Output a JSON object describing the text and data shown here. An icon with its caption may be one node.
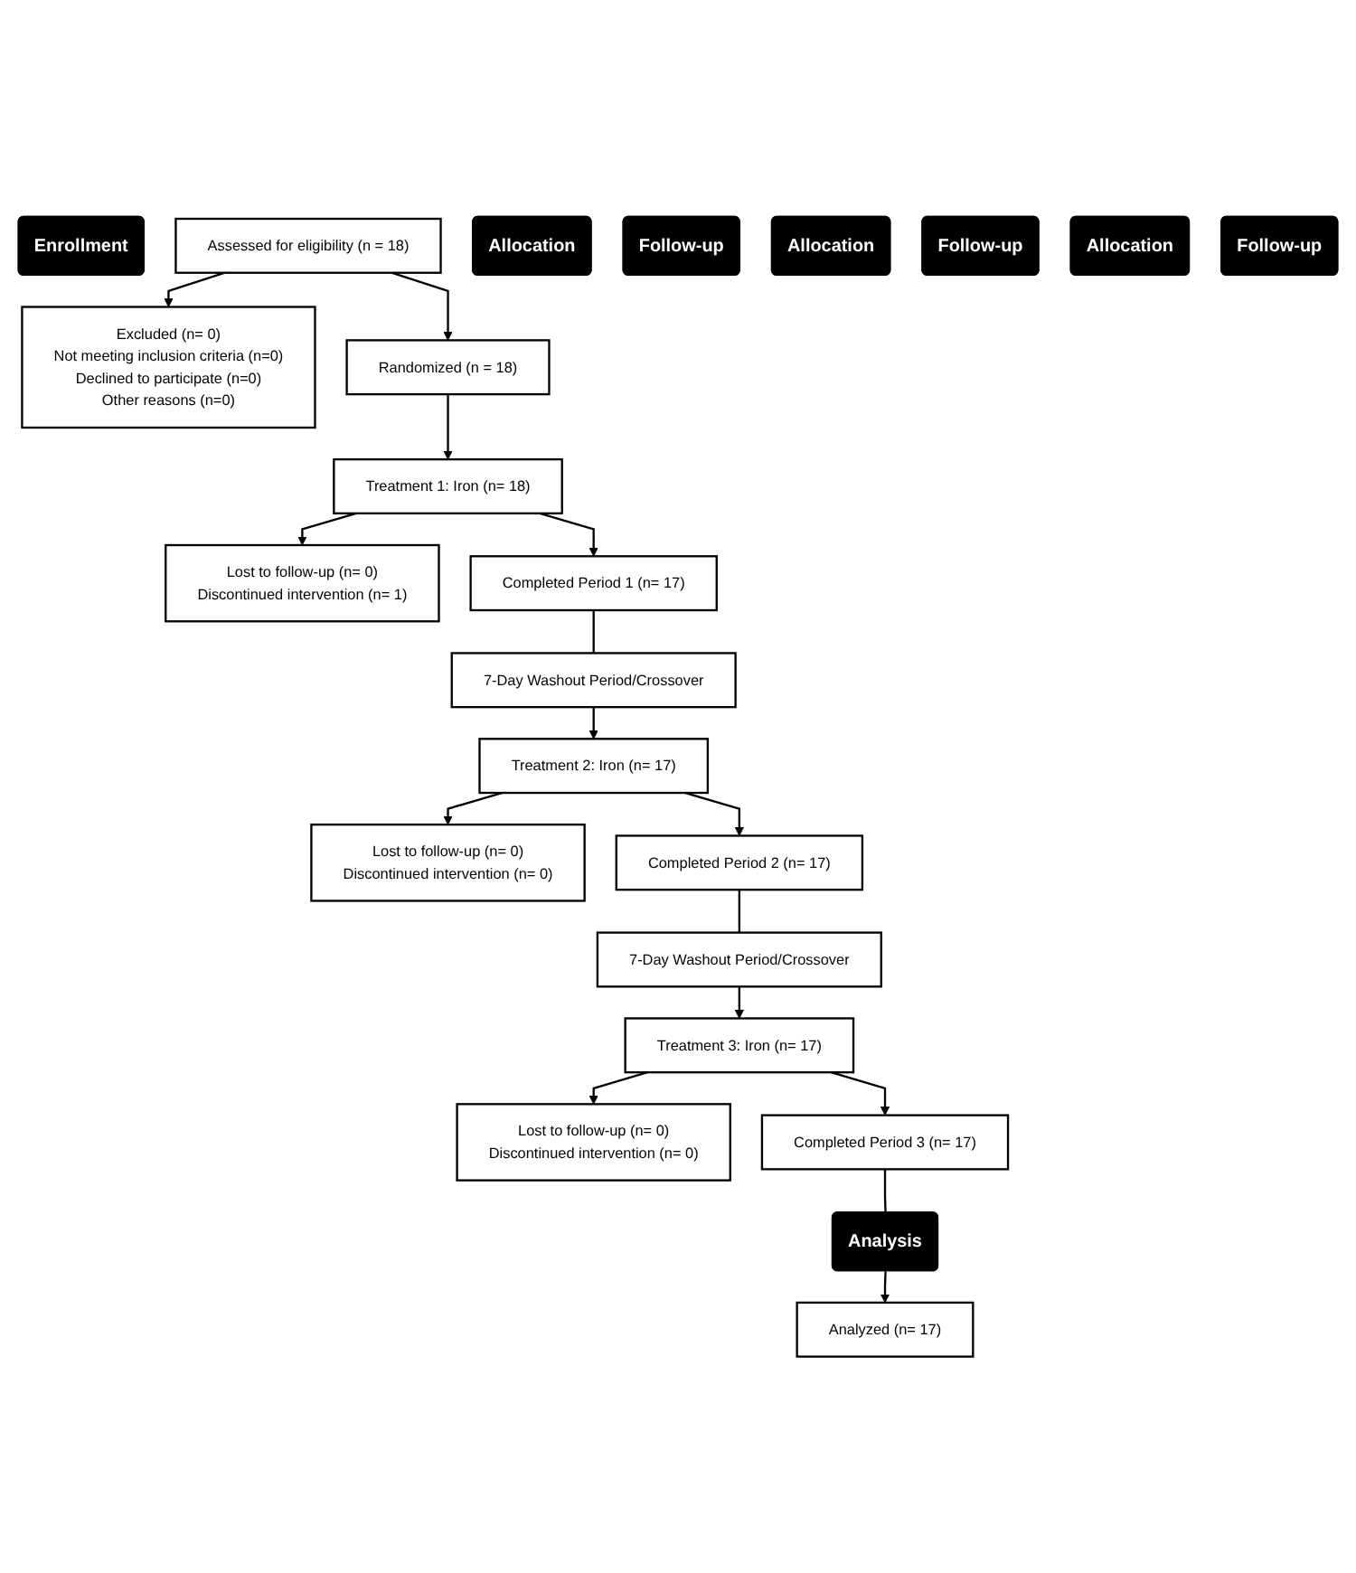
{
  "diagram": {
    "nodes": [
      {
        "text": [
          "Enrollment"
        ]
      },
      {
        "text": [
          "Assessed for eligibility (n = 18)"
        ]
      },
      {
        "text": [
          "Excluded (n= 0)",
          "Not meeting inclusion criteria (n=0)",
          "Declined to participate (n=0)",
          "Other reasons (n=0)"
        ]
      },
      {
        "text": [
          "Randomized (n = 18)"
        ]
      },
      {
        "text": [
          "Allocation"
        ]
      },
      {
        "text": [
          "Treatment 1: Iron (n= 18)"
        ]
      },
      {
        "text": [
          "Follow-up"
        ]
      },
      {
        "text": [
          "Lost to follow-up (n= 0)",
          "Discontinued intervention (n= 1)"
        ]
      },
      {
        "text": [
          "Completed Period 1 (n= 17)"
        ]
      },
      {
        "text": [
          "7-Day Washout Period/Crossover"
        ]
      },
      {
        "text": [
          "Allocation"
        ]
      },
      {
        "text": [
          "Treatment 2: Iron (n= 17)"
        ]
      },
      {
        "text": [
          "Follow-up"
        ]
      },
      {
        "text": [
          "Lost to follow-up (n= 0)",
          "Discontinued intervention (n= 0)"
        ]
      },
      {
        "text": [
          "Completed Period 2 (n= 17)"
        ]
      },
      {
        "text": [
          "7-Day Washout Period/Crossover"
        ]
      },
      {
        "text": [
          "Allocation"
        ]
      },
      {
        "text": [
          "Treatment 3: Iron (n= 17)"
        ]
      },
      {
        "text": [
          "Follow-up"
        ]
      },
      {
        "text": [
          "Lost to follow-up (n= 0)",
          "Discontinued intervention (n= 0)"
        ]
      },
      {
        "text": [
          "Completed Period 3 (n= 17)"
        ]
      },
      {
        "text": [
          "Analysis"
        ]
      },
      {
        "text": [
          "Analyzed (n= 17)"
        ]
      }
    ],
    "edges": [
      {
        "from": 1,
        "to": 3,
        "arrow": "to"
      },
      {
        "from": 1,
        "to": 2,
        "arrow": "to"
      },
      {
        "from": 3,
        "to": 5,
        "arrow": "to"
      },
      {
        "from": 5,
        "to": 8,
        "arrow": "to"
      },
      {
        "from": 5,
        "to": 7,
        "arrow": "to"
      },
      {
        "from": 8,
        "to": 9,
        "arrow": "none"
      },
      {
        "from": 9,
        "to": 11,
        "arrow": "to"
      },
      {
        "from": 11,
        "to": 14,
        "arrow": "to"
      },
      {
        "from": 11,
        "to": 13,
        "arrow": "to"
      },
      {
        "from": 14,
        "to": 15,
        "arrow": "none"
      },
      {
        "from": 15,
        "to": 17,
        "arrow": "to"
      },
      {
        "from": 17,
        "to": 20,
        "arrow": "to"
      },
      {
        "from": 17,
        "to": 19,
        "arrow": "to"
      },
      {
        "from": 20,
        "to": 21,
        "arrow": "none"
      },
      {
        "from": 21,
        "to": 22,
        "arrow": "to"
      }
    ]
  }
}
